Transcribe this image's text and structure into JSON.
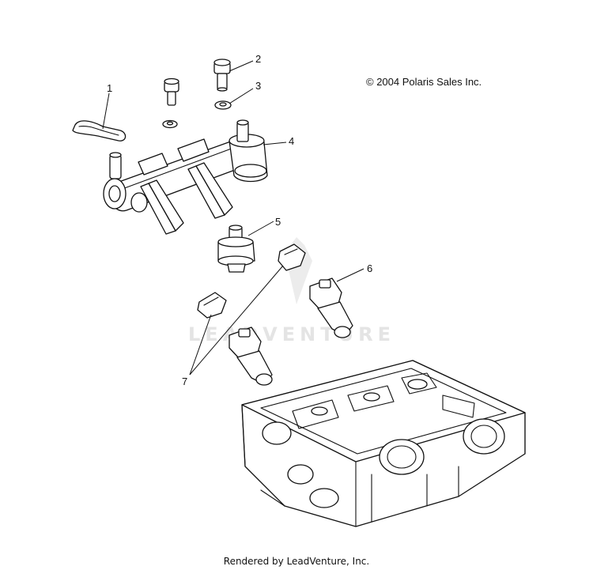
{
  "copyright": "© 2004 Polaris Sales Inc.",
  "footer": "Rendered by LeadVenture, Inc.",
  "watermark": "LEADVENTURE",
  "callouts": [
    {
      "num": "1"
    },
    {
      "num": "2"
    },
    {
      "num": "3"
    },
    {
      "num": "4"
    },
    {
      "num": "5"
    },
    {
      "num": "6"
    },
    {
      "num": "7"
    }
  ]
}
